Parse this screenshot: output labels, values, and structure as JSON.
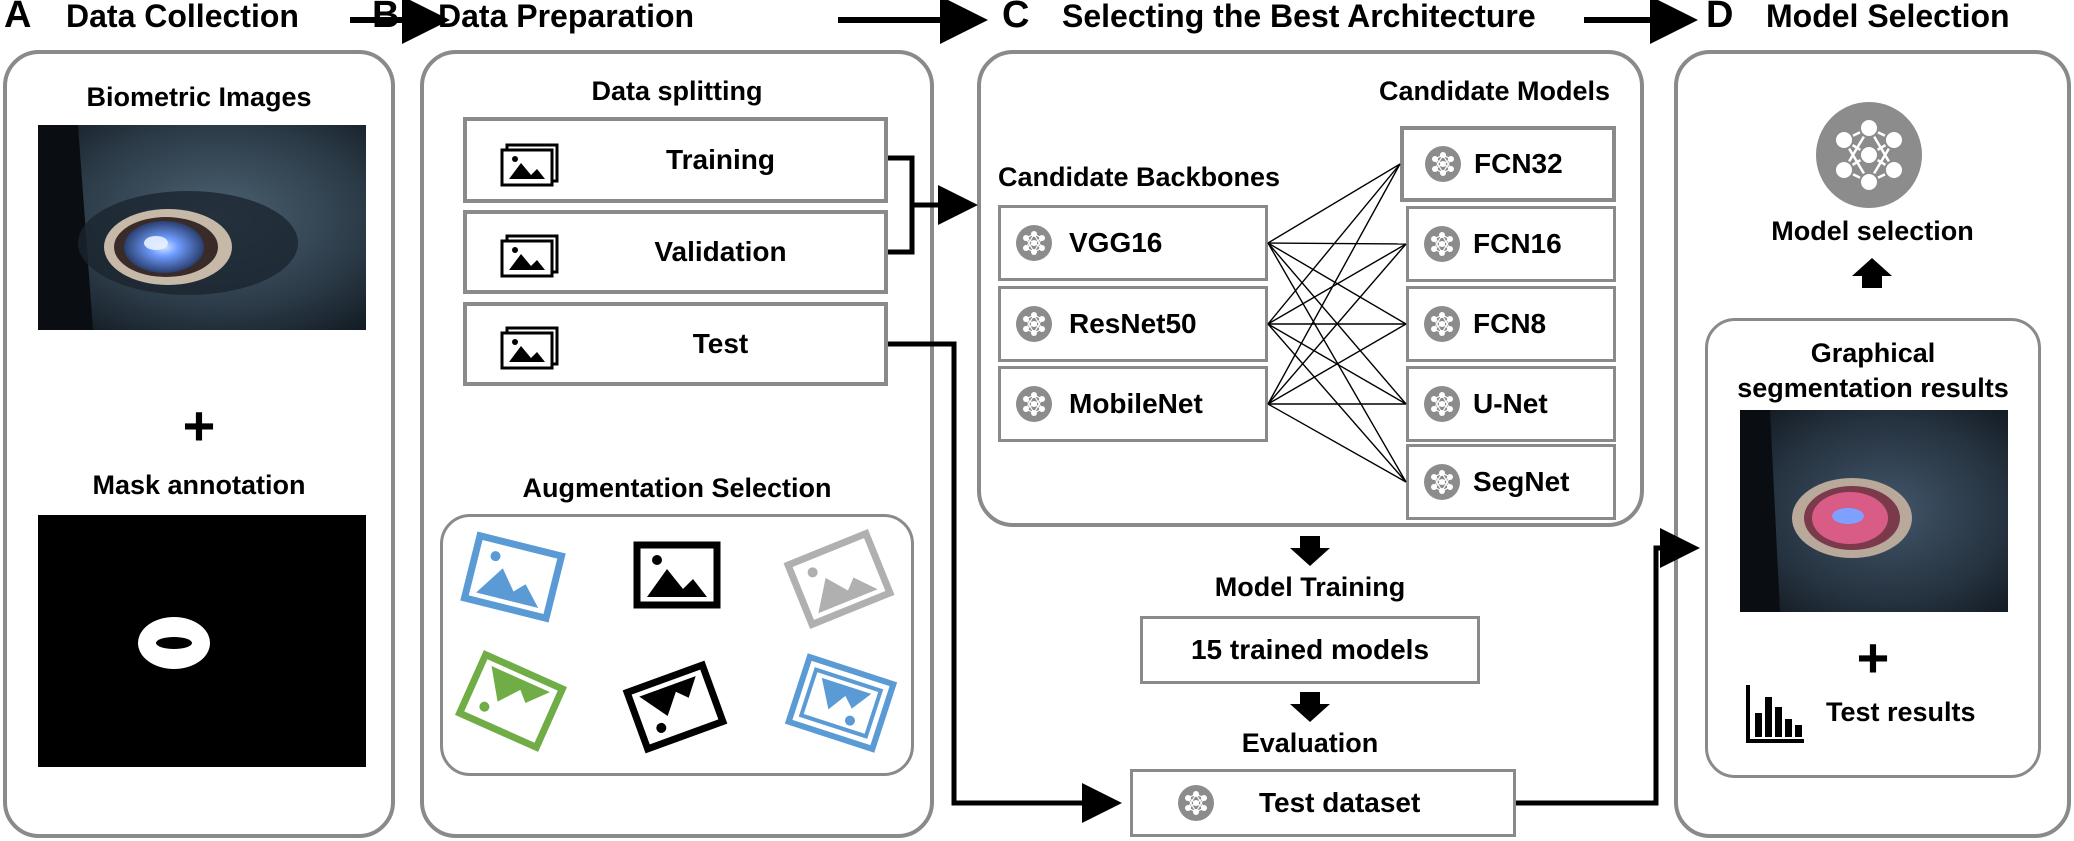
{
  "sections": {
    "a": {
      "letter": "A",
      "title": "Data Collection"
    },
    "b": {
      "letter": "B",
      "title": "Data Preparation"
    },
    "c": {
      "letter": "C",
      "title": "Selecting the Best Architecture"
    },
    "d": {
      "letter": "D",
      "title": "Model Selection"
    }
  },
  "collection": {
    "images_label": "Biometric Images",
    "plus": "+",
    "mask_label": "Mask annotation"
  },
  "preparation": {
    "splitting_label": "Data splitting",
    "splits": [
      "Training",
      "Validation",
      "Test"
    ],
    "augmentation_label": "Augmentation Selection"
  },
  "architecture": {
    "backbones_label": "Candidate Backbones",
    "models_label": "Candidate Models",
    "backbones": [
      "VGG16",
      "ResNet50",
      "MobileNet"
    ],
    "models": [
      "FCN32",
      "FCN16",
      "FCN8",
      "U-Net",
      "SegNet"
    ],
    "training_label": "Model Training",
    "trained_models": "15 trained models",
    "evaluation_label": "Evaluation",
    "test_dataset": "Test dataset"
  },
  "selection": {
    "model_selection_label": "Model selection",
    "graphical_label_line1": "Graphical",
    "graphical_label_line2": "segmentation results",
    "plus": "+",
    "test_results_label": "Test results"
  },
  "colors": {
    "border": "#8a8a8a",
    "aug_blue": "#5b9bd5",
    "aug_green": "#70ad47",
    "aug_gray": "#b0b0b0",
    "icon_gray": "#8c8c8c"
  }
}
